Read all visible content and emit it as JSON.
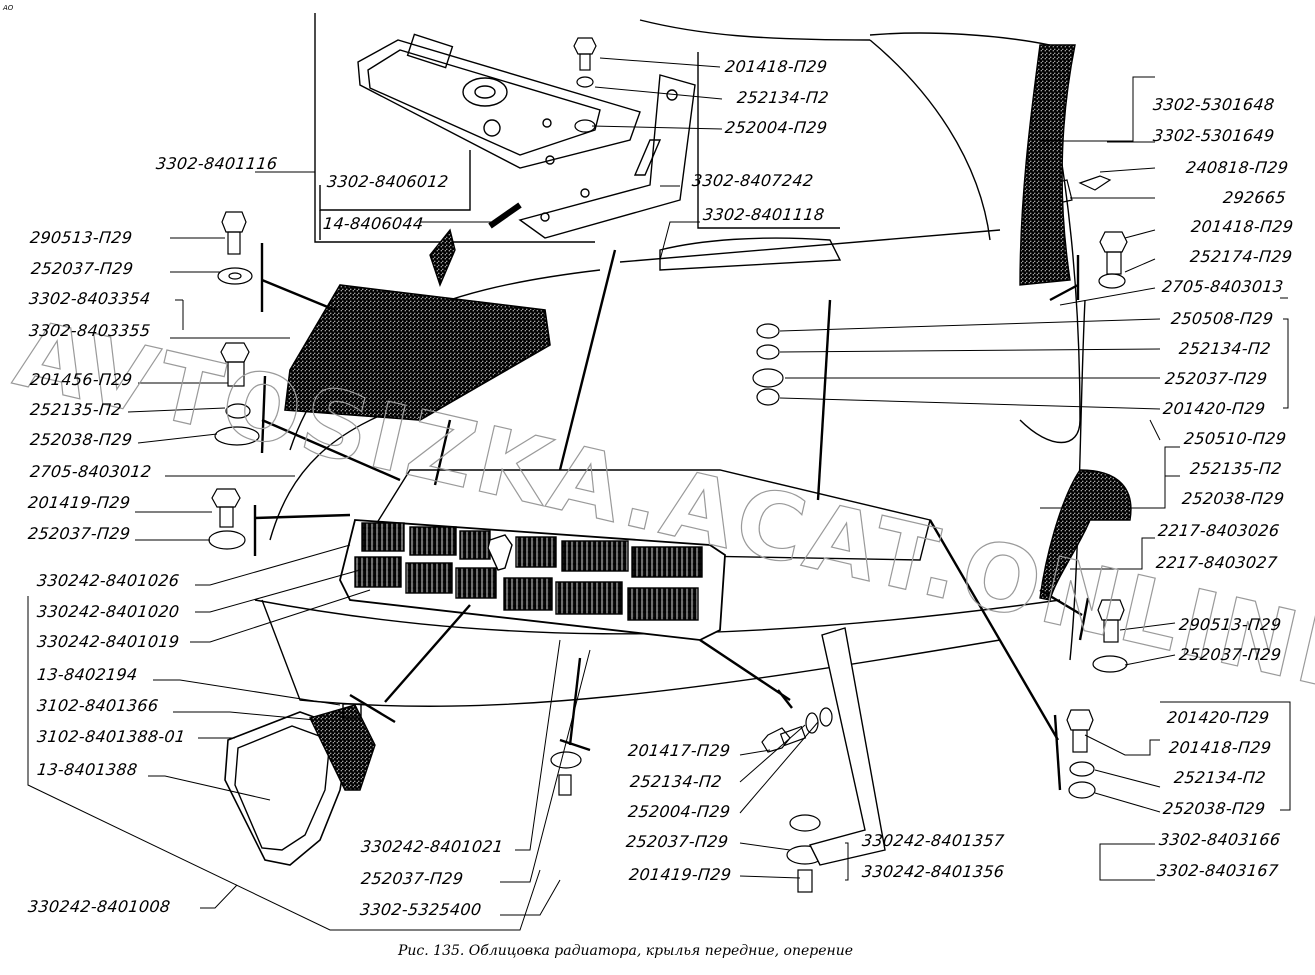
{
  "corner_mark": "АО",
  "caption": "Рис. 135. Облицовка радиатора, крылья передние, оперение",
  "watermark": "AVTOSIZKA.ACAT.ONLINE",
  "labels": {
    "l_3302_8401116": "3302-8401116",
    "l_3302_8406012": "3302-8406012",
    "l_14_8406044": "14-8406044",
    "l_290513_p29_a": "290513-П29",
    "l_252037_p29_a": "252037-П29",
    "l_3302_8403354": "3302-8403354",
    "l_3302_8403355": "3302-8403355",
    "l_201456_p29": "201456-П29",
    "l_252135_p2_a": "252135-П2",
    "l_252038_p29_a": "252038-П29",
    "l_2705_8403012": "2705-8403012",
    "l_201419_p29_a": "201419-П29",
    "l_252037_p29_b": "252037-П29",
    "l_330242_8401026": "330242-8401026",
    "l_330242_8401020": "330242-8401020",
    "l_330242_8401019": "330242-8401019",
    "l_13_8402194": "13-8402194",
    "l_3102_8401366": "3102-8401366",
    "l_3102_8401388_01": "3102-8401388-01",
    "l_13_8401388": "13-8401388",
    "l_330242_8401008": "330242-8401008",
    "l_201418_p29_a": "201418-П29",
    "l_252134_p2_a": "252134-П2",
    "l_252004_p29_a": "252004-П29",
    "l_3302_8407242": "3302-8407242",
    "l_3302_8401118": "3302-8401118",
    "l_3302_5301648": "3302-5301648",
    "l_3302_5301649": "3302-5301649",
    "l_240818_p29": "240818-П29",
    "l_292665": "292665",
    "l_201418_p29_b": "201418-П29",
    "l_252174_p29": "252174-П29",
    "l_2705_8403013": "2705-8403013",
    "l_250508_p29": "250508-П29",
    "l_252134_p2_b": "252134-П2",
    "l_252037_p29_c": "252037-П29",
    "l_201420_p29_a": "201420-П29",
    "l_250510_p29": "250510-П29",
    "l_252135_p2_b": "252135-П2",
    "l_252038_p29_b": "252038-П29",
    "l_2217_8403026": "2217-8403026",
    "l_2217_8403027": "2217-8403027",
    "l_290513_p29_b": "290513-П29",
    "l_252037_p29_d": "252037-П29",
    "l_201420_p29_b": "201420-П29",
    "l_201418_p29_c": "201418-П29",
    "l_252134_p2_c": "252134-П2",
    "l_252038_p29_c": "252038-П29",
    "l_3302_8403166": "3302-8403166",
    "l_3302_8403167": "3302-8403167",
    "l_201417_p29": "201417-П29",
    "l_252134_p2_d": "252134-П2",
    "l_252004_p29_b": "252004-П29",
    "l_252037_p29_e": "252037-П29",
    "l_201419_p29_b": "201419-П29",
    "l_330242_8401357": "330242-8401357",
    "l_330242_8401356": "330242-8401356",
    "l_330242_8401021": "330242-8401021",
    "l_252037_p29_f": "252037-П29",
    "l_3302_5325400": "3302-5325400"
  }
}
